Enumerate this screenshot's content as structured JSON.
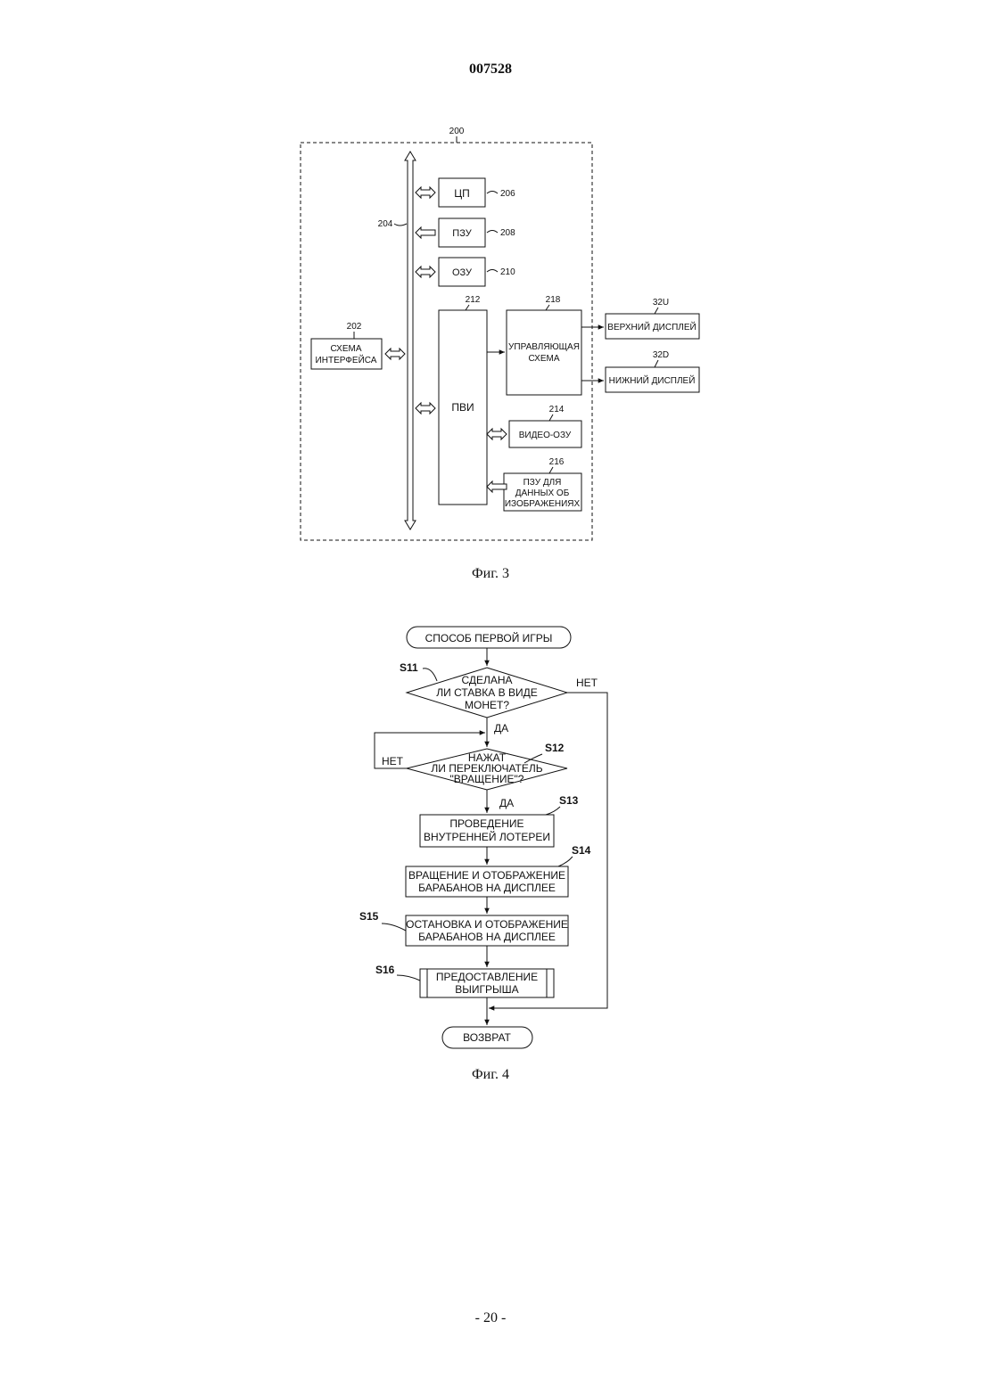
{
  "page": {
    "doc_number": "007528",
    "page_number": "- 20 -"
  },
  "fig3": {
    "caption": "Фиг. 3",
    "ref_device": "200",
    "ref_bus": "204",
    "ref_interface": "202",
    "interface_line1": "СХЕМА",
    "interface_line2": "ИНТЕРФЕЙСА",
    "cpu_label": "ЦП",
    "ref_cpu": "206",
    "rom_label": "ПЗУ",
    "ref_rom": "208",
    "ram_label": "ОЗУ",
    "ref_ram": "210",
    "vdp_label": "ПВИ",
    "ref_vdp": "212",
    "control_line1": "УПРАВЛЯЮЩАЯ",
    "control_line2": "СХЕМА",
    "ref_control": "218",
    "upper_display": "ВЕРХНИЙ ДИСПЛЕЙ",
    "ref_upper": "32U",
    "lower_display": "НИЖНИЙ ДИСПЛЕЙ",
    "ref_lower": "32D",
    "vram_label": "ВИДЕО-ОЗУ",
    "ref_vram": "214",
    "image_rom_line1": "ПЗУ ДЛЯ",
    "image_rom_line2": "ДАННЫХ ОБ",
    "image_rom_line3": "ИЗОБРАЖЕНИЯХ",
    "ref_image_rom": "216"
  },
  "fig4": {
    "caption": "Фиг. 4",
    "start": "СПОСОБ ПЕРВОЙ ИГРЫ",
    "s11_label": "S11",
    "s11_line1": "СДЕЛАНА",
    "s11_line2": "ЛИ СТАВКА В ВИДЕ",
    "s11_line3": "МОНЕТ?",
    "s11_no": "НЕТ",
    "s11_yes": "ДА",
    "s12_label": "S12",
    "s12_line1": "НАЖАТ",
    "s12_line2": "ЛИ ПЕРЕКЛЮЧАТЕЛЬ",
    "s12_line3": "\"ВРАЩЕНИЕ\"?",
    "s12_no": "НЕТ",
    "s12_yes": "ДА",
    "s13_label": "S13",
    "s13_line1": "ПРОВЕДЕНИЕ",
    "s13_line2": "ВНУТРЕННЕЙ ЛОТЕРЕИ",
    "s14_label": "S14",
    "s14_line1": "ВРАЩЕНИЕ И ОТОБРАЖЕНИЕ",
    "s14_line2": "БАРАБАНОВ НА ДИСПЛЕЕ",
    "s15_label": "S15",
    "s15_line1": "ОСТАНОВКА И ОТОБРАЖЕНИЕ",
    "s15_line2": "БАРАБАНОВ НА ДИСПЛЕЕ",
    "s16_label": "S16",
    "s16_line1": "ПРЕДОСТАВЛЕНИЕ",
    "s16_line2": "ВЫИГРЫША",
    "end": "ВОЗВРАТ"
  }
}
